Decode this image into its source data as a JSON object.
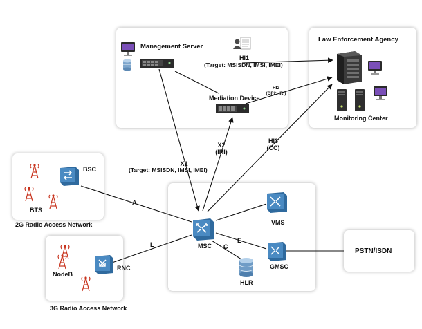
{
  "panels": {
    "management": "Management Server",
    "lea": "Law Enforcement Agency",
    "monitoring": "Monitoring Center",
    "mediation": "Mediation Device",
    "ran2g": "2G Radio Access Network",
    "ran3g": "3G Radio Access Network"
  },
  "nodes": {
    "bsc": "BSC",
    "bts": "BTS",
    "rnc": "RNC",
    "nodeb": "NodeB",
    "msc": "MSC",
    "vms": "VMS",
    "gmsc": "GMSC",
    "hlr": "HLR",
    "pstn": "PSTN/ISDN"
  },
  "interfaces": {
    "hi1": "HI1",
    "hi1_target": "(Target: MSISDN, IMSI, IMEI)",
    "hi2": "HI2",
    "hi2_sub": "(DF2: IRI)",
    "hi3": "HI3",
    "hi3_sub": "(CC)",
    "x1": "X1",
    "x1_target": "(Target: MSISDN, IMSI, IMEI)",
    "x2": "X2",
    "x2_sub": "(IRI)",
    "a": "A",
    "l": "L",
    "c": "C",
    "e": "E"
  },
  "colors": {
    "switch_blue": "#3f7fb6",
    "antenna_red": "#c8331d",
    "server_dark": "#2b2b2b",
    "line": "#111111"
  }
}
